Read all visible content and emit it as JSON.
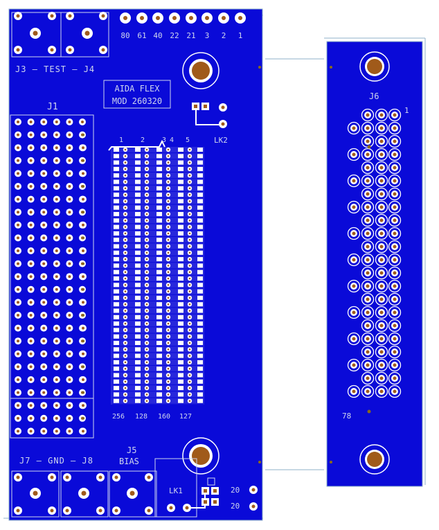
{
  "colors": {
    "background": "#ffffff",
    "board": "#0a0ad8",
    "outline": "#8fb0c8",
    "silk": "#cfd6ee",
    "copper": "#ffffff",
    "hole": "#a05a1a",
    "via": "#8a6a1a"
  },
  "left_board": {
    "connector_labels": {
      "j3_test_j4": "J3 — TEST — J4",
      "j1": "J1",
      "j7_gnd_j8": "J7 — GND — J8",
      "j5": "J5",
      "bias": "BIAS",
      "lk2": "LK2",
      "lk1": "LK1",
      "pin_20_a": "20",
      "pin_20_b": "20"
    },
    "top_pin_numbers": [
      "80",
      "61",
      "40",
      "22",
      "21",
      "3",
      "2",
      "1"
    ],
    "part_label_lines": [
      "AIDA FLEX",
      "MOD 260320"
    ],
    "flex_top_labels": [
      "1",
      "2",
      "3",
      "4",
      "5"
    ],
    "flex_bottom_labels": [
      "256",
      "128",
      "160",
      "127"
    ]
  },
  "right_board": {
    "j6": "J6",
    "pin_1": "1",
    "pin_78": "78"
  }
}
